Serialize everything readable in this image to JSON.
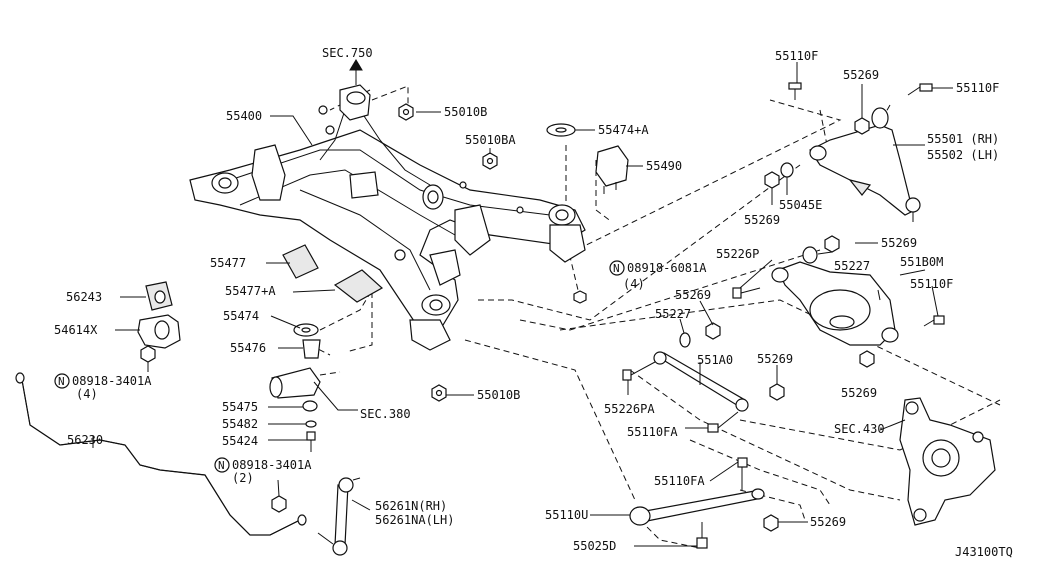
{
  "diagram_id": "J43100TQ",
  "labels": {
    "sec750": "SEC.750",
    "p55400": "55400",
    "p55010b_top": "55010B",
    "p55010ba": "55010BA",
    "p55474a": "55474+A",
    "p55490": "55490",
    "p55110f_top1": "55110F",
    "p55269_top": "55269",
    "p55110f_top2": "55110F",
    "p55501": "55501 (RH)",
    "p55502": "55502 (LH)",
    "p55269_b": "55269",
    "p55045e": "55045E",
    "p55269_c": "55269",
    "p55226p": "55226P",
    "p55227_a": "55227",
    "p551b0m": "551B0M",
    "p08918_6081a": "08918-6081A",
    "p08918_6081a_qty": "(4)",
    "p55477": "55477",
    "p55477a": "55477+A",
    "p56243": "56243",
    "p54614x": "54614X",
    "p08918_3401a_l": "08918-3401A",
    "p08918_3401a_l_qty": "(4)",
    "p55474": "55474",
    "p55476": "55476",
    "p55269_d": "55269",
    "p55227_b": "55227",
    "p55110f_r": "55110F",
    "p551a0": "551A0",
    "p55269_e": "55269",
    "p55269_f": "55269",
    "p55226pa": "55226PA",
    "p55010b_bot": "55010B",
    "p55475": "55475",
    "sec380": "SEC.380",
    "p55482": "55482",
    "p55424": "55424",
    "p55110fa_a": "55110FA",
    "sec430": "SEC.430",
    "p56230": "56230",
    "p08918_3401a_m": "08918-3401A",
    "p08918_3401a_m_qty": "(2)",
    "p55110fa_b": "55110FA",
    "p56261n": "56261N(RH)",
    "p56261na": "56261NA(LH)",
    "p55110u": "55110U",
    "p55269_g": "55269",
    "p55025d": "55025D",
    "bolt_marker": "N"
  }
}
